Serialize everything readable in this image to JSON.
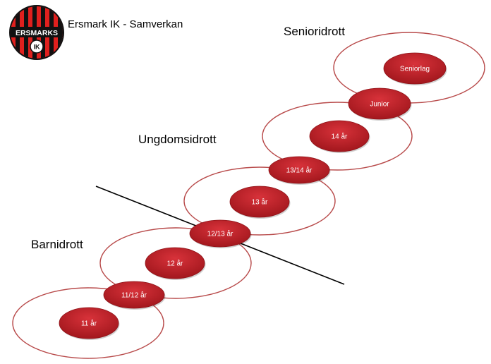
{
  "header": {
    "title": "Ersmark IK - Samverkan",
    "logo": {
      "name": "ersmarks-logo",
      "top_text": "ERSMARKS",
      "bottom_text": "IK",
      "colors": {
        "red": "#e0201e",
        "black": "#111111",
        "white": "#ffffff"
      }
    }
  },
  "sections": {
    "barn": "Barnidrott",
    "ungdom": "Ungdomsidrott",
    "senior": "Senioridrott"
  },
  "nodes": [
    {
      "label": "11 år"
    },
    {
      "label": "11/12 år"
    },
    {
      "label": "12 år"
    },
    {
      "label": "12/13 år"
    },
    {
      "label": "13 år"
    },
    {
      "label": "13/14 år"
    },
    {
      "label": "14 år"
    },
    {
      "label": "Junior"
    },
    {
      "label": "Seniorlag"
    }
  ],
  "colors": {
    "ring_stroke": "#b84a4a",
    "pill_fill": "#c0232a",
    "pill_fill_dark": "#8e1217",
    "pill_text": "#ffffff",
    "divider": "#000000"
  }
}
